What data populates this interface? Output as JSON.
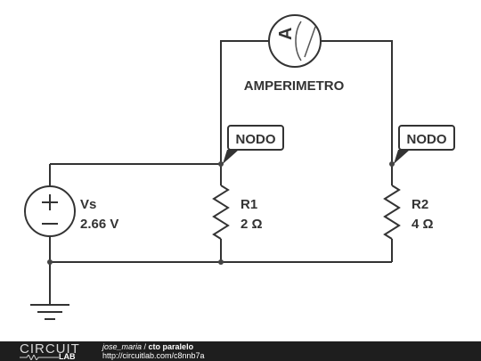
{
  "ammeter": {
    "label": "AMPERIMETRO",
    "symbol": "A"
  },
  "nodes": [
    {
      "label": "NODO"
    },
    {
      "label": "NODO"
    }
  ],
  "source": {
    "name": "Vs",
    "value": "2.66 V",
    "plus": "+",
    "minus": "−"
  },
  "resistors": [
    {
      "name": "R1",
      "value": "2 Ω"
    },
    {
      "name": "R2",
      "value": "4 Ω"
    }
  ],
  "footer": {
    "logo_top": "CIRCUIT",
    "logo_bottom": "LAB",
    "author": "jose_maria",
    "separator": " / ",
    "title": "cto paralelo",
    "url": "http://circuitlab.com/c8nnb7a"
  },
  "colors": {
    "wire": "#333333",
    "dot": "#444444",
    "footer_bg": "#1e1e1e"
  }
}
